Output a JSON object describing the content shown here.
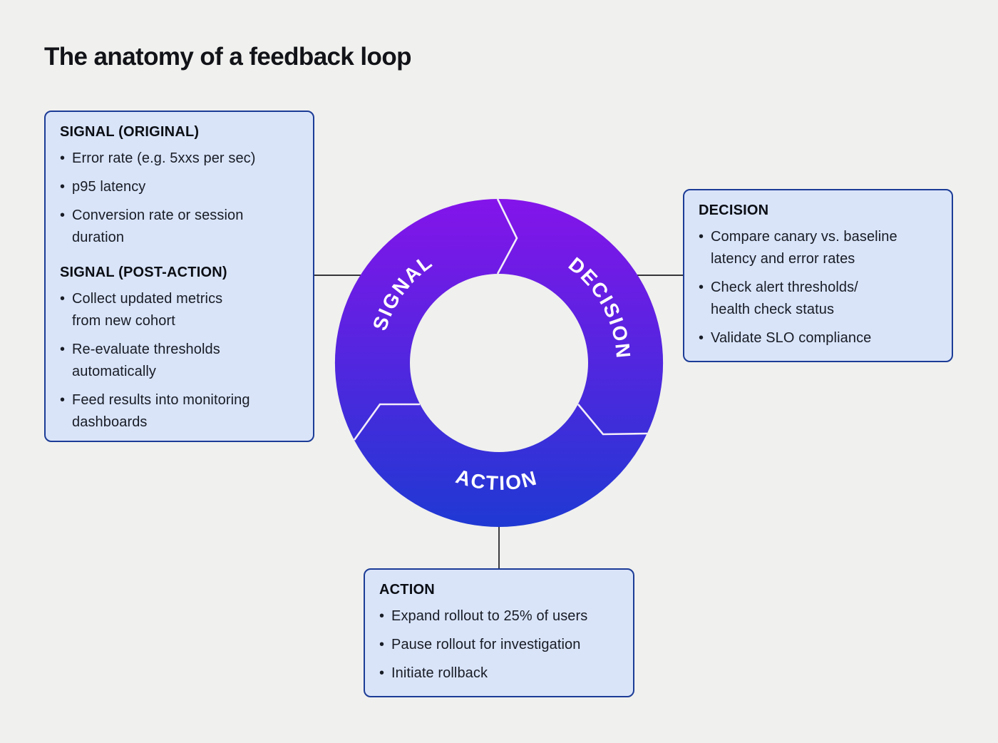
{
  "title": "The anatomy of a feedback loop",
  "ring": {
    "segments": [
      {
        "label": "SIGNAL"
      },
      {
        "label": "DECISION"
      },
      {
        "label": "ACTION"
      }
    ],
    "gradient_top": "#8414EA",
    "gradient_bottom": "#1F39D3",
    "divider_color": "#F2ECFA",
    "label_color": "#FFFFFF"
  },
  "boxes": {
    "signal": {
      "sections": [
        {
          "heading": "SIGNAL (ORIGINAL)",
          "items": [
            "Error rate (e.g. 5xxs per sec)",
            "p95 latency",
            "Conversion rate or session\nduration"
          ]
        },
        {
          "heading": "SIGNAL (POST-ACTION)",
          "items": [
            "Collect updated metrics\nfrom new cohort",
            "Re-evaluate thresholds\nautomatically",
            "Feed results into monitoring\ndashboards"
          ]
        }
      ]
    },
    "decision": {
      "heading": "DECISION",
      "items": [
        "Compare canary vs. baseline\nlatency and error rates",
        "Check alert thresholds/\nhealth check status",
        "Validate SLO compliance"
      ]
    },
    "action": {
      "heading": "ACTION",
      "items": [
        "Expand rollout to 25% of users",
        "Pause rollout for investigation",
        "Initiate rollback"
      ]
    }
  },
  "style": {
    "background": "#F0F0EE",
    "box_fill": "#D9E4F9",
    "box_border": "#1C3C96",
    "connector_color": "#1B1B1F"
  }
}
